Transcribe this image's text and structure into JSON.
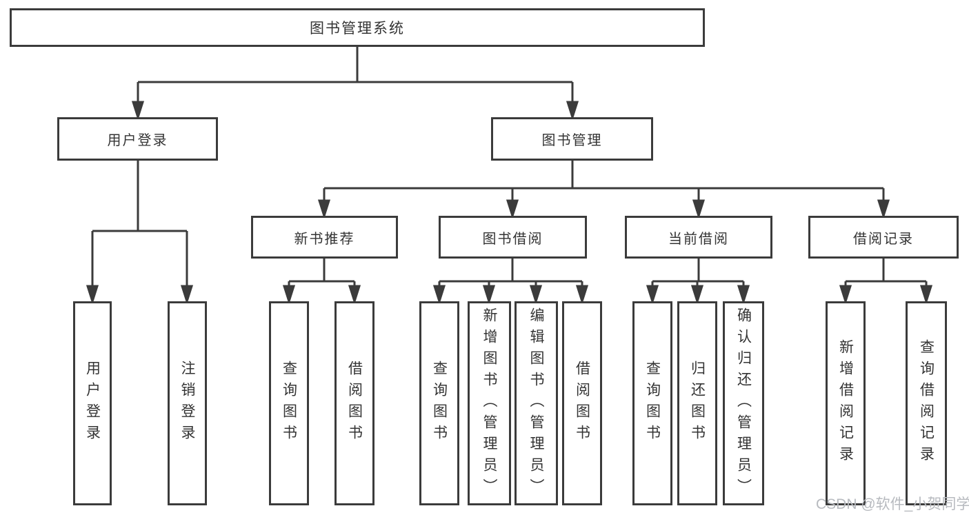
{
  "colors": {
    "line": "#3b3b3b",
    "text": "#333333",
    "background": "#ffffff",
    "watermark": "#b7babf"
  },
  "diagram": {
    "root": {
      "label": "图书管理系统"
    },
    "level2": [
      {
        "id": "user-login",
        "label": "用户登录",
        "parent": "图书管理系统"
      },
      {
        "id": "book-management",
        "label": "图书管理",
        "parent": "图书管理系统"
      }
    ],
    "level3": [
      {
        "id": "new-book-recommendation",
        "label": "新书推荐",
        "parent": "图书管理"
      },
      {
        "id": "book-borrowing",
        "label": "图书借阅",
        "parent": "图书管理"
      },
      {
        "id": "current-borrowing",
        "label": "当前借阅",
        "parent": "图书管理"
      },
      {
        "id": "borrowing-records",
        "label": "借阅记录",
        "parent": "图书管理"
      }
    ],
    "leaves": [
      {
        "id": "user-login-leaf",
        "label": "用户登录",
        "parent": "用户登录"
      },
      {
        "id": "logout",
        "label": "注销登录",
        "parent": "用户登录"
      },
      {
        "id": "search-books-recommend",
        "label": "查询图书",
        "parent": "新书推荐"
      },
      {
        "id": "borrow-books-recommend",
        "label": "借阅图书",
        "parent": "新书推荐"
      },
      {
        "id": "search-books-borrow",
        "label": "查询图书",
        "parent": "图书借阅"
      },
      {
        "id": "add-books-admin",
        "label": "新增图书（管理员）",
        "parent": "图书借阅"
      },
      {
        "id": "edit-books-admin",
        "label": "编辑图书（管理员）",
        "parent": "图书借阅"
      },
      {
        "id": "borrow-books",
        "label": "借阅图书",
        "parent": "图书借阅"
      },
      {
        "id": "search-books-current",
        "label": "查询图书",
        "parent": "当前借阅"
      },
      {
        "id": "return-books",
        "label": "归还图书",
        "parent": "当前借阅"
      },
      {
        "id": "confirm-return-admin",
        "label": "确认归还（管理员）",
        "parent": "当前借阅"
      },
      {
        "id": "add-borrow-record",
        "label": "新增借阅记录",
        "parent": "借阅记录"
      },
      {
        "id": "search-borrow-record",
        "label": "查询借阅记录",
        "parent": "借阅记录"
      }
    ]
  },
  "watermark": {
    "text": "CSDN @软件_小贺同学"
  }
}
